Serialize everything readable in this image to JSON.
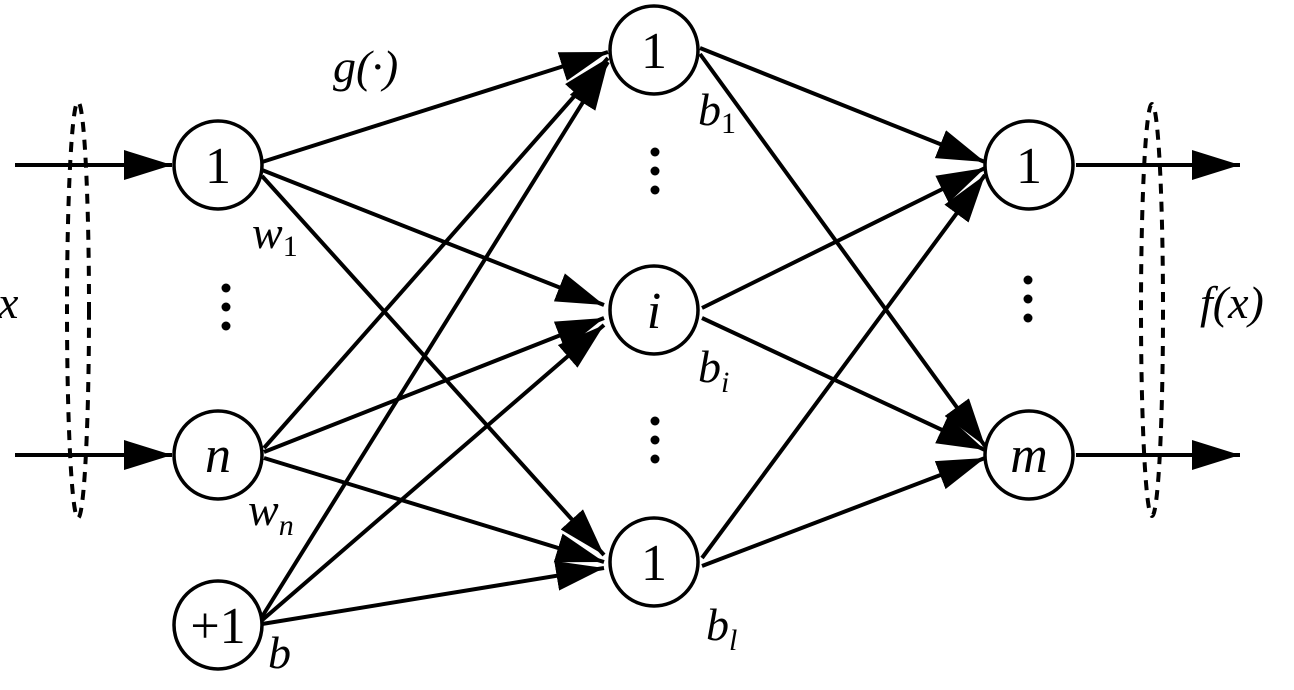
{
  "input_label": "x",
  "output_label": "f(x)",
  "activation_label": "g(·)",
  "nodes": {
    "input_1": "1",
    "input_n": "n",
    "bias": "+1",
    "hidden_1": "1",
    "hidden_i": "i",
    "hidden_l": "1",
    "output_1": "1",
    "output_m": "m"
  },
  "weight_labels": {
    "w1": "w",
    "w1_sub": "1",
    "wn": "w",
    "wn_sub": "n",
    "bias": "b"
  },
  "bias_labels": {
    "b1": "b",
    "b1_sub": "1",
    "bi": "b",
    "bi_sub": "i",
    "bl": "b",
    "bl_sub": "l"
  },
  "style": {
    "line_color": "#000000",
    "background": "#ffffff"
  }
}
